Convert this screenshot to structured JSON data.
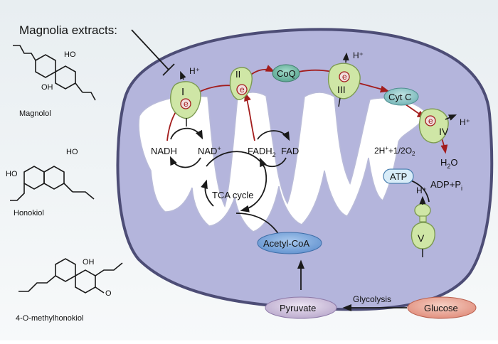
{
  "header": {
    "title": "Magnolia extracts:"
  },
  "compounds": [
    {
      "name": "Magnolol",
      "oh_labels": [
        "HO",
        "OH"
      ]
    },
    {
      "name": "Honokiol",
      "oh_labels": [
        "HO",
        "HO"
      ]
    },
    {
      "name": "4-O-methylhonokiol",
      "oh_labels": [
        "OH"
      ],
      "methoxy_label": "O"
    }
  ],
  "complexes": {
    "I": "I",
    "II": "II",
    "III": "III",
    "IV": "IV",
    "V": "V",
    "coq": "CoQ",
    "cytc": "Cyt C",
    "electron": "e",
    "proton": "H⁺"
  },
  "metabolites": {
    "nadh": "NADH",
    "nad_base": "NAD",
    "nad_sup": "+",
    "fadh2_base": "FADH",
    "fadh2_sub": "2",
    "fad": "FAD",
    "tca": "TCA cycle",
    "acetyl_coa": "Acetyl-CoA",
    "pyruvate": "Pyruvate",
    "glucose": "Glucose",
    "glycolysis": "Glycolysis",
    "atp": "ATP",
    "adp_base": "ADP+P",
    "adp_sub": "i",
    "oxygen_eq": {
      "a": "2H",
      "b": "+",
      "c": "+1/2O",
      "d": "2"
    },
    "water": {
      "a": "H",
      "b": "2",
      "c": "O"
    }
  },
  "colors": {
    "matrix": "#b4b5dc",
    "membrane": "#4d4d76",
    "cristae": "#ffffff",
    "complex_fill": "#cfe6a6",
    "complex_stroke": "#7c9a52",
    "electron_arrow": "#a31d1d",
    "cycle_arrow": "#1a1a1a",
    "coq_fill": "#6fb8a3",
    "cytc_fill": "#89c6c8",
    "atp_fill": "#d8ecf8",
    "acetyl_fill": "#6f9fd6",
    "pyruvate_fill": "#c6b8d8",
    "glucose_fill": "#e49a8a"
  },
  "icons": [
    "inhibition-line-icon",
    "electron-icon",
    "proton-arrow-icon"
  ]
}
